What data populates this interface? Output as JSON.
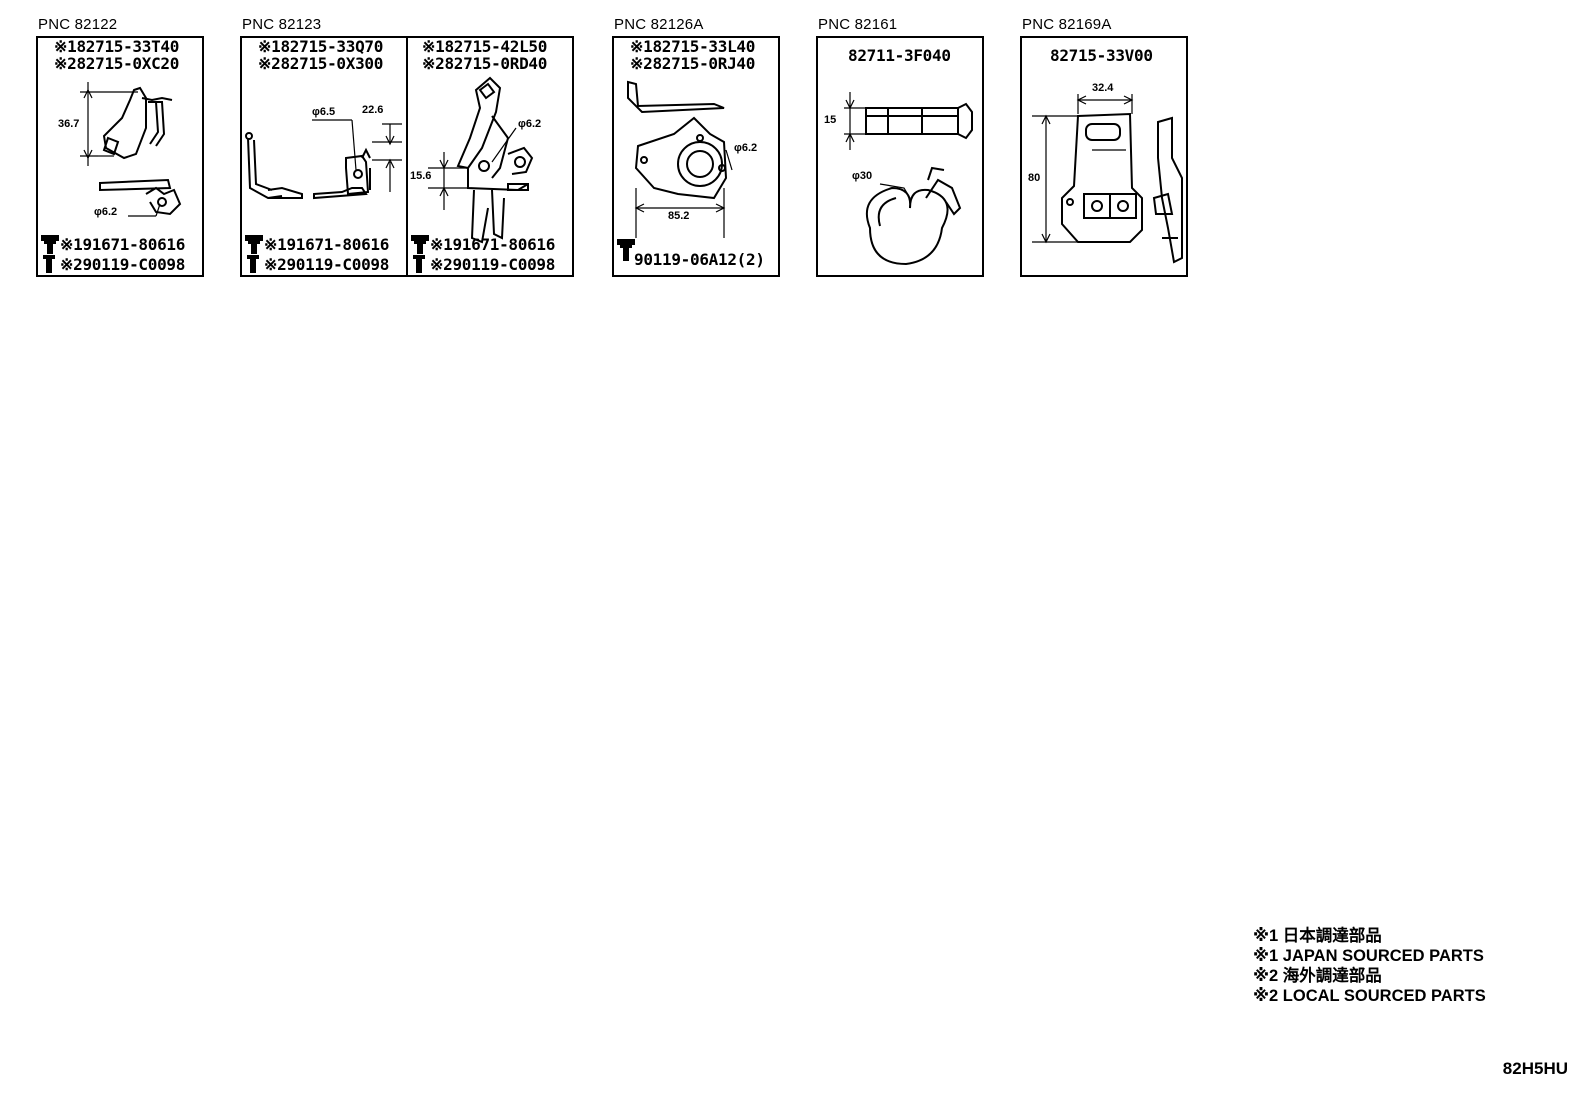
{
  "panels": [
    {
      "pnc": "PNC 82122",
      "parts": [
        "※182715-33T40",
        "※282715-0XC20"
      ],
      "bolts": [
        "※191671-80616",
        "※290119-C0098"
      ],
      "dims": [
        "36.7",
        "φ6.2"
      ]
    },
    {
      "pnc": "PNC 82123",
      "parts": [
        "※182715-33Q70",
        "※282715-0X300"
      ],
      "bolts": [
        "※191671-80616",
        "※290119-C0098"
      ],
      "dims": [
        "φ6.5",
        "22.6"
      ],
      "sub": {
        "parts": [
          "※182715-42L50",
          "※282715-0RD40"
        ],
        "bolts": [
          "※191671-80616",
          "※290119-C0098"
        ],
        "dims": [
          "φ6.2",
          "15.6"
        ]
      }
    },
    {
      "pnc": "PNC 82126A",
      "parts": [
        "※182715-33L40",
        "※282715-0RJ40"
      ],
      "bolts": [
        "90119-06A12(2)"
      ],
      "dims": [
        "φ6.2",
        "85.2"
      ]
    },
    {
      "pnc": "PNC 82161",
      "parts": [
        "82711-3F040"
      ],
      "dims": [
        "15",
        "φ30"
      ]
    },
    {
      "pnc": "PNC 82169A",
      "parts": [
        "82715-33V00"
      ],
      "dims": [
        "32.4",
        "80"
      ]
    }
  ],
  "legend": [
    "※1 日本調達部品",
    "※1 JAPAN SOURCED PARTS",
    "※2 海外調達部品",
    "※2 LOCAL SOURCED PARTS"
  ],
  "code": "82H5HU"
}
